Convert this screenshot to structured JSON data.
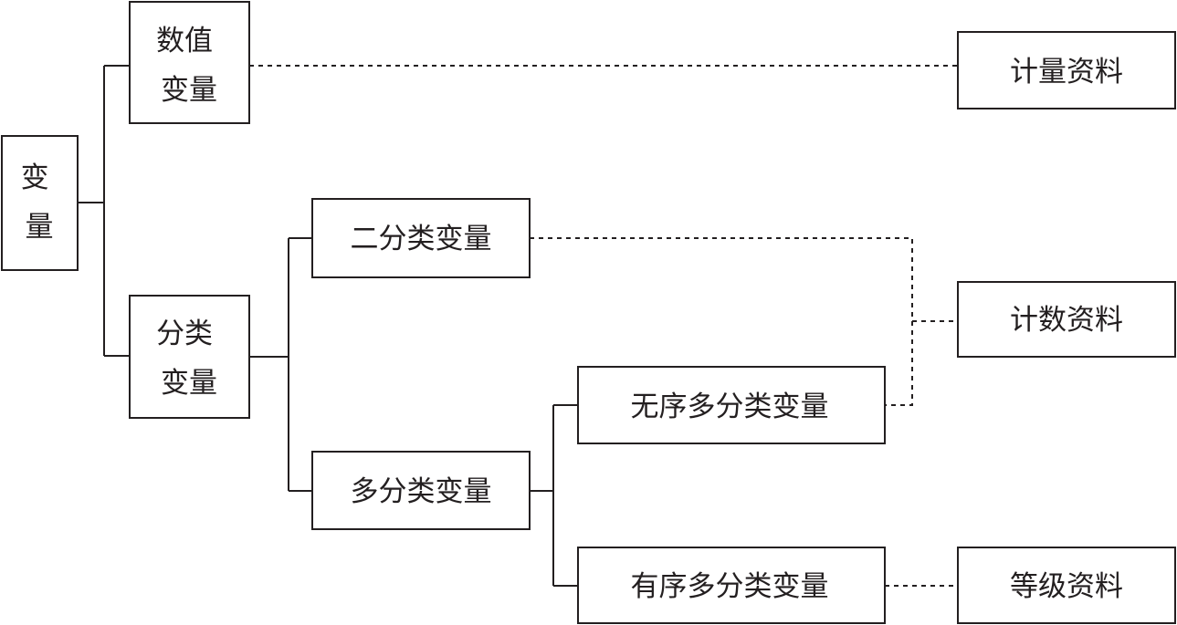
{
  "nodes": {
    "variable": {
      "lines": [
        "变",
        "量"
      ]
    },
    "numeric_variable": {
      "lines": [
        "数值",
        "变量"
      ]
    },
    "categorical_variable": {
      "lines": [
        "分类",
        "变量"
      ]
    },
    "binary_variable": {
      "lines": [
        "二分类变量"
      ]
    },
    "multi_category_variable": {
      "lines": [
        "多分类变量"
      ]
    },
    "unordered_multi_category": {
      "lines": [
        "无序多分类变量"
      ]
    },
    "ordered_multi_category": {
      "lines": [
        "有序多分类变量"
      ]
    },
    "measurement_data": {
      "lines": [
        "计量资料"
      ]
    },
    "count_data": {
      "lines": [
        "计数资料"
      ]
    },
    "ranked_data": {
      "lines": [
        "等级资料"
      ]
    }
  },
  "colors": {
    "line": "#231f20",
    "box_fill": "#ffffff",
    "text": "#231f20"
  }
}
